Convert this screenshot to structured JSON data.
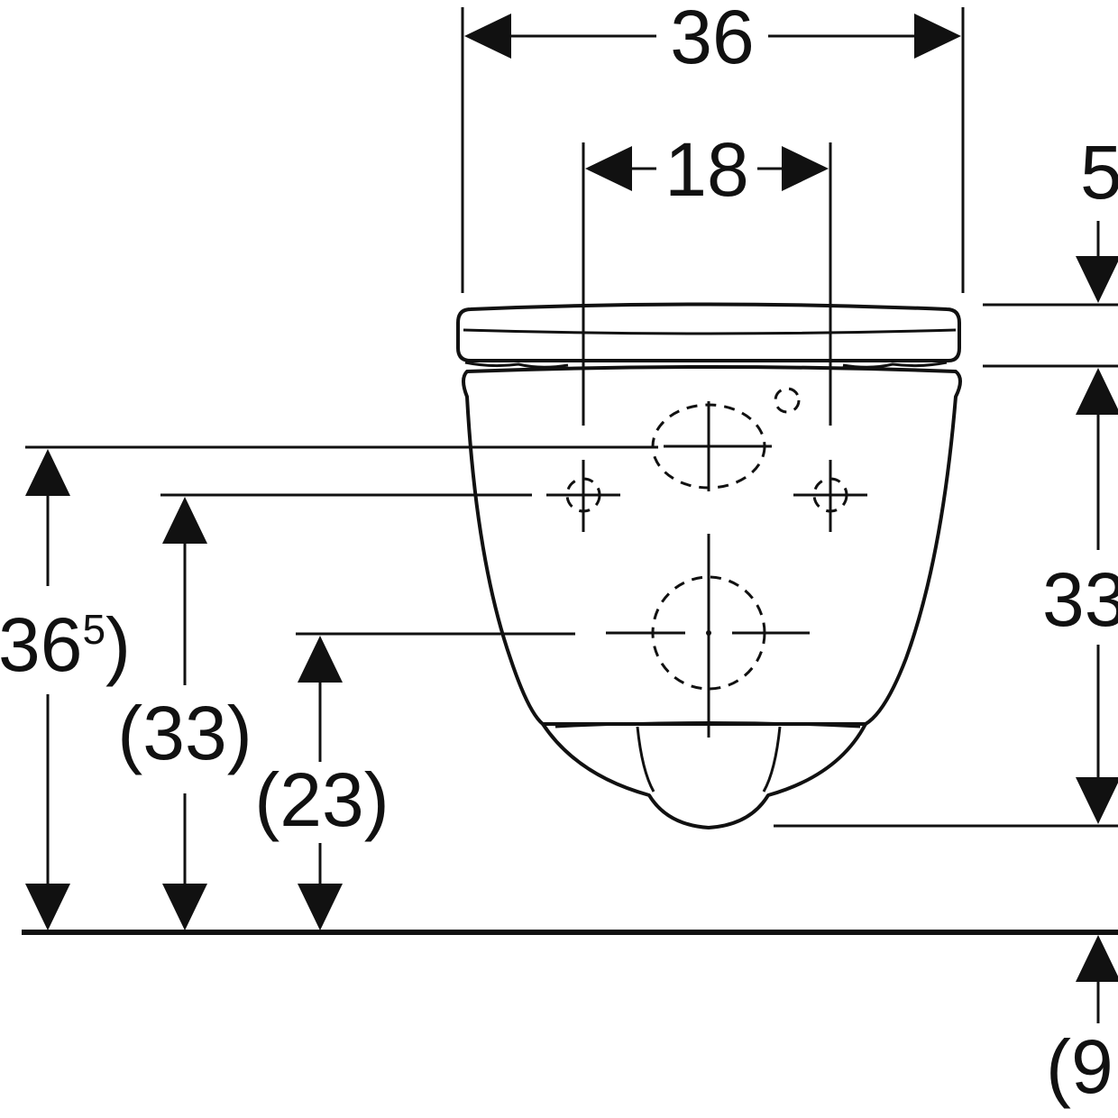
{
  "dimensions": {
    "overall_width": "36",
    "fixing_spacing": "18",
    "seat_offset_right": "5",
    "seat_height_right": "33",
    "fixing_height_base": "36",
    "fixing_height_superscript": "5",
    "fixing_height_suffix": ")",
    "bolt_height": "(33)",
    "outlet_height": "(23)",
    "floor_offset_right": "(9"
  },
  "colors": {
    "ink": "#111111",
    "background": "#ffffff"
  }
}
